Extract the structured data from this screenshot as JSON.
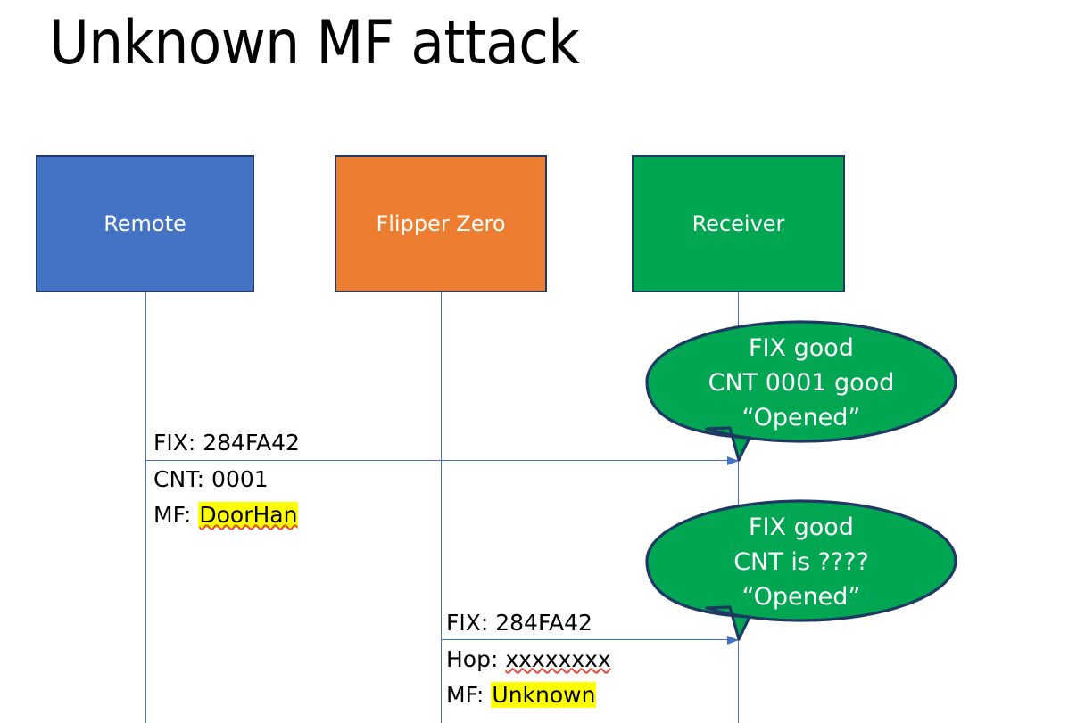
{
  "slide": {
    "title": "Unknown MF attack",
    "background": "#FFFFFF"
  },
  "colors": {
    "remote_fill": "#4472C4",
    "flipper_fill": "#ED7D31",
    "receiver_fill": "#00A651",
    "box_border": "#1F3864",
    "lifeline": "#4472C4",
    "callout_fill": "#00A651",
    "callout_border": "#1F3864",
    "highlight": "#FFFF00",
    "spellcheck_underline": "#E8453C",
    "text": "#000000",
    "box_text": "#FFFFFF"
  },
  "actors": [
    {
      "id": "remote",
      "label": "Remote"
    },
    {
      "id": "flipper",
      "label": "Flipper Zero"
    },
    {
      "id": "receiver",
      "label": "Receiver"
    }
  ],
  "messages": [
    {
      "id": "msg-1",
      "from": "remote",
      "to": "receiver",
      "line_above": "FIX: 284FA42",
      "line_below_1_prefix": "CNT: 0001",
      "line_below_2_prefix": "MF: ",
      "line_below_2_value": "DoorHan"
    },
    {
      "id": "msg-2",
      "from": "flipper",
      "to": "receiver",
      "line_above": "FIX: 284FA42",
      "line_below_1_prefix": "Hop: ",
      "line_below_1_value": "xxxxxxxx",
      "line_below_2_prefix": "MF: ",
      "line_below_2_value": "Unknown"
    }
  ],
  "callouts": [
    {
      "id": "callout-1",
      "line1": "FIX good",
      "line2": "CNT 0001 good",
      "line3": "“Opened”"
    },
    {
      "id": "callout-2",
      "line1": "FIX good",
      "line2": "CNT is ????",
      "line3": "“Opened”"
    }
  ]
}
